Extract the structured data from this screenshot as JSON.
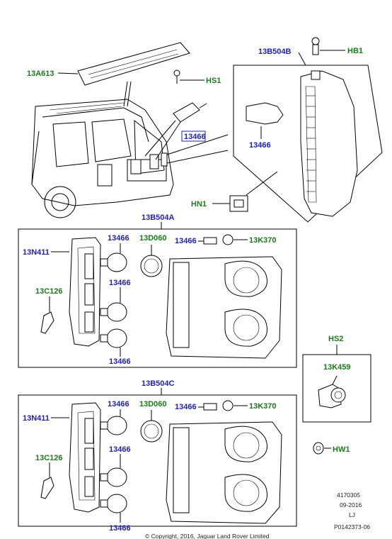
{
  "labels": {
    "hb1": "HB1",
    "b504b": "13B504B",
    "a613": "13A613",
    "hs1": "HS1",
    "bulb_callout": "13466",
    "bulb_b": "13466",
    "hn1": "HN1",
    "b504a": "13B504A",
    "a_n411": "13N411",
    "a_13466_top": "13466",
    "a_d060": "13D060",
    "a_13466_mid_right": "13466",
    "a_k370": "13K370",
    "a_13466_mid": "13466",
    "a_c126": "13C126",
    "a_13466_bottom": "13466",
    "hs2": "HS2",
    "k459": "13K459",
    "b504c": "13B504C",
    "c_n411": "13N411",
    "c_13466_top": "13466",
    "c_d060": "13D060",
    "c_13466_mid_right": "13466",
    "c_k370": "13K370",
    "c_13466_mid": "13466",
    "c_c126": "13C126",
    "c_13466_bottom": "13466",
    "hw1": "HW1"
  },
  "meta": {
    "code1": "4170305",
    "date": "09-2016",
    "initials": "LJ",
    "ref": "P0142373-06",
    "copyright": "© Copyright, 2016, Jaguar Land Rover Limited"
  },
  "colors": {
    "label_blue": "#1f1fb4",
    "label_green": "#1b7a1b",
    "callout_border": "#1f1fb4"
  }
}
